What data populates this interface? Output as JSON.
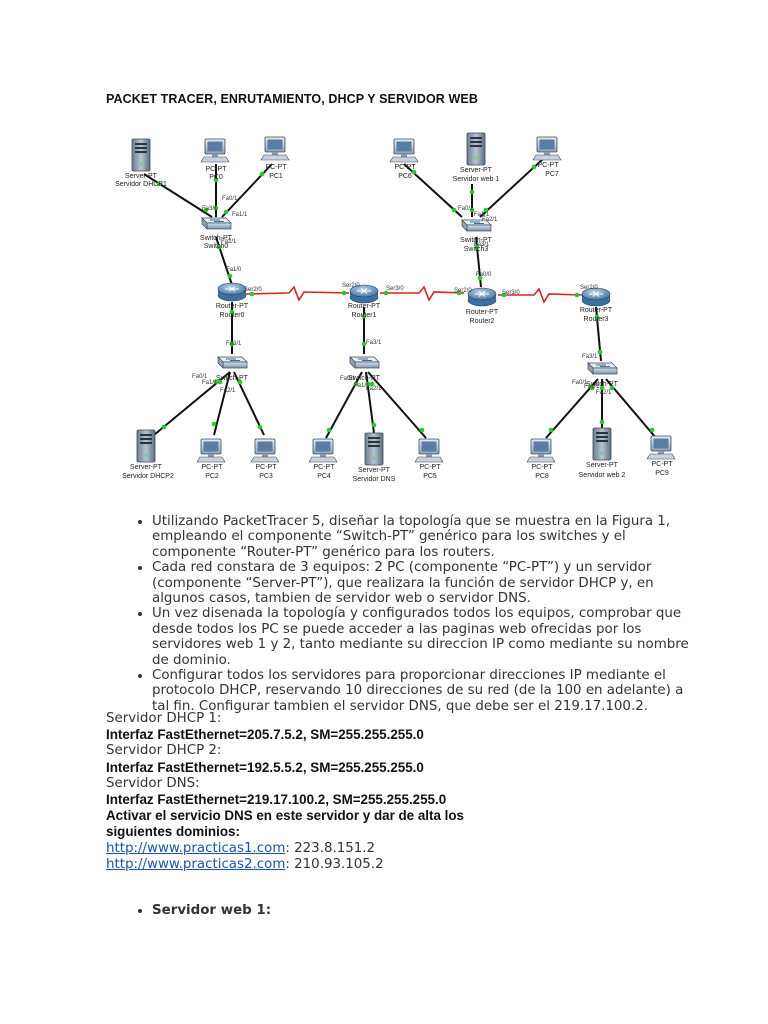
{
  "document": {
    "title": "PACKET TRACER, ENRUTAMIENTO, DHCP Y SERVIDOR WEB"
  },
  "diagram": {
    "devices": {
      "server_dhcp1": {
        "type": "Server-PT",
        "name": "Servidor DHCP1"
      },
      "pc0": {
        "type": "PC-PT",
        "name": "PC0"
      },
      "pc1": {
        "type": "PC-PT",
        "name": "PC1"
      },
      "switch0": {
        "type": "Switch-PT",
        "name": "Switch0"
      },
      "router0": {
        "type": "Router-PT",
        "name": "Router0"
      },
      "switch_a": {
        "type": "Switch-PT",
        "name": ""
      },
      "server_dhcp2": {
        "type": "Server-PT",
        "name": "Servidor DHCP2"
      },
      "pc2": {
        "type": "PC-PT",
        "name": "PC2"
      },
      "pc3": {
        "type": "PC-PT",
        "name": "PC3"
      },
      "router1": {
        "type": "Router-PT",
        "name": "Router1"
      },
      "switch_b": {
        "type": "Switch-PT",
        "name": ""
      },
      "pc4": {
        "type": "PC-PT",
        "name": "PC4"
      },
      "server_dns": {
        "type": "Server-PT",
        "name": "Servidor DNS"
      },
      "pc5": {
        "type": "PC-PT",
        "name": "PC5"
      },
      "pc6": {
        "type": "PC-PT",
        "name": "PC6"
      },
      "server_web1": {
        "type": "Server-PT",
        "name": "Servidor web 1"
      },
      "pc7": {
        "type": "PC-PT",
        "name": "PC7"
      },
      "switch3": {
        "type": "Switch-PT",
        "name": "Switch3"
      },
      "router2": {
        "type": "Router-PT",
        "name": "Router2"
      },
      "router3": {
        "type": "Router-PT",
        "name": "Router3"
      },
      "switch_c": {
        "type": "Switch-PT",
        "name": ""
      },
      "pc8": {
        "type": "PC-PT",
        "name": "PC8"
      },
      "server_web2": {
        "type": "Server-PT",
        "name": "Servidor web 2"
      },
      "pc9": {
        "type": "PC-PT",
        "name": "PC9"
      }
    },
    "ports": {
      "sw0_fa0": "Fa0/1",
      "sw0_fa1": "Fa1/1",
      "sw0_fa3": "Fa3/1",
      "sw0_fa2": "Fa2/1",
      "r0_fa1": "Fa1/0",
      "r0_ser": "Ser2/0",
      "r0_fa3": "Fa3/1",
      "swa_fa0": "Fa0/1",
      "swa_fa1": "Fa1/1",
      "swa_fa2": "Fa2/1",
      "r1_ser2": "Ser2/0",
      "r1_ser3": "Ser3/0",
      "r1_fa3": "Fa3/1",
      "swb_fa0": "Fa0/1",
      "swb_fa1": "Fa1/1",
      "swb_fa2": "Fa2/1",
      "sw3_fa0": "Fa0/1",
      "sw3_fa1": "Fa1/1",
      "sw3_fa2": "Fa2/1",
      "sw3_fa3": "Fa3/1",
      "r2_fa0": "Fa0/0",
      "r2_ser2": "Ser2/0",
      "r2_ser3": "Ser3/0",
      "r3_ser": "Ser2/0",
      "r3_fa3": "Fa3/1",
      "swc_fa0": "Fa0/1",
      "swc_fa1": "Fa1/1",
      "swc_fa2": "Fa2/1"
    },
    "colors": {
      "ethernet": "#111111",
      "serial": "#e02020",
      "link_ok": "#22cc22",
      "router_blue": "#4a7fb3"
    }
  },
  "bullets": [
    "Utilizando PacketTracer 5, diseñar la topología que se muestra en la Figura 1, empleando el componente “Switch-PT” genérico para los switches y el componente “Router-PT” genérico para los routers.",
    "Cada red constara de 3 equipos: 2 PC (componente “PC-PT”) y un servidor (componente “Server-PT”), que realizara la función de servidor DHCP y, en algunos casos, tambien de servidor web o servidor DNS.",
    "Un vez disenada la topología y configurados todos los equipos, comprobar que desde todos los PC se puede acceder a las paginas web ofrecidas por los servidores web 1 y 2, tanto mediante su direccion IP como mediante su nombre de dominio.",
    "Configurar todos los servidores para proporcionar direcciones IP mediante el protocolo DHCP, reservando 10 direcciones de su red (de la 100 en adelante) a tal fin. Configurar tambien el servidor DNS, que debe ser el 219.17.100.2."
  ],
  "config": {
    "dhcp1_heading": "Servidor DHCP 1:",
    "dhcp1_iface": "Interfaz FastEthernet=205.7.5.2, SM=255.255.255.0",
    "dhcp2_heading": "Servidor DHCP 2:",
    "dhcp2_iface": "Interfaz FastEthernet=192.5.5.2, SM=255.255.255.0",
    "dns_heading": "Servidor DNS:",
    "dns_iface": "Interfaz FastEthernet=219.17.100.2, SM=255.255.255.0",
    "dns_note": "Activar el servicio DNS en este servidor y dar de alta los siguientes dominios:",
    "domains": [
      {
        "url": "http://www.practicas1.com",
        "ip": ": 223.8.151.2"
      },
      {
        "url": "http://www.practicas2.com",
        "ip": ": 210.93.105.2"
      }
    ]
  },
  "bullets2": [
    "Servidor web 1:"
  ]
}
